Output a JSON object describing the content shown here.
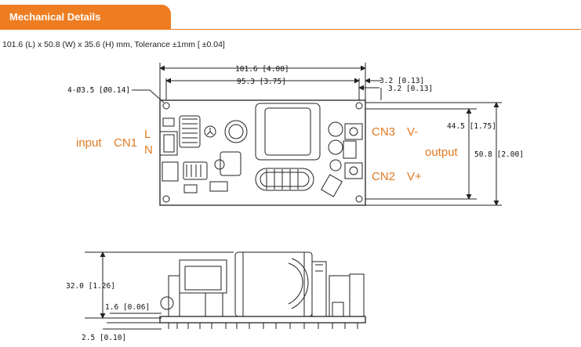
{
  "header": {
    "title": "Mechanical Details",
    "accent_color": "#ee7d22"
  },
  "spec_line": "101.6 (L) x 50.8 (W) x 35.6 (H) mm, Tolerance ±1mm [ ±0.04]",
  "top_view": {
    "dim_overall_length": "101.6 [4.00]",
    "dim_hole_spacing": "95.3 [3.75]",
    "dim_hole_offset_a": "3.2 [0.13]",
    "dim_hole_offset_b": "3.2 [0.13]",
    "dim_hole": "4-Ø3.5 [Ø0.14]",
    "dim_inner_width": "44.5 [1.75]",
    "dim_overall_width": "50.8 [2.00]"
  },
  "labels": {
    "input": "input",
    "cn1": "CN1",
    "l": "L",
    "n": "N",
    "cn3": "CN3",
    "v_minus": "V-",
    "output": "output",
    "cn2": "CN2",
    "v_plus": "V+",
    "label_color": "#e07a22"
  },
  "side_view": {
    "dim_height": "32.0 [1.26]",
    "dim_pin_a": "1.6 [0.06]",
    "dim_pin_b": "2.5 [0.10]"
  }
}
